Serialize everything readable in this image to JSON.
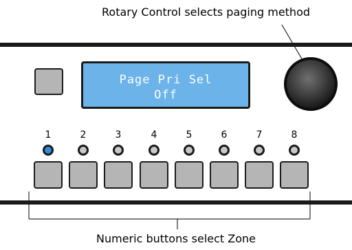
{
  "annotations": {
    "rotary_caption": "Rotary Control selects paging method",
    "zone_caption": "Numeric buttons select Zone"
  },
  "display": {
    "line1": "Page Pri Sel",
    "line2": "Off"
  },
  "zones": [
    {
      "label": "1",
      "led": "on"
    },
    {
      "label": "2",
      "led": "off"
    },
    {
      "label": "3",
      "led": "off"
    },
    {
      "label": "4",
      "led": "off"
    },
    {
      "label": "5",
      "led": "off"
    },
    {
      "label": "6",
      "led": "off"
    },
    {
      "label": "7",
      "led": "off"
    },
    {
      "label": "8",
      "led": "off"
    }
  ],
  "colors": {
    "lcd_background": "#6cb3ea",
    "led_active": "#2d8fd9",
    "button_fill": "#b5b5b5"
  }
}
